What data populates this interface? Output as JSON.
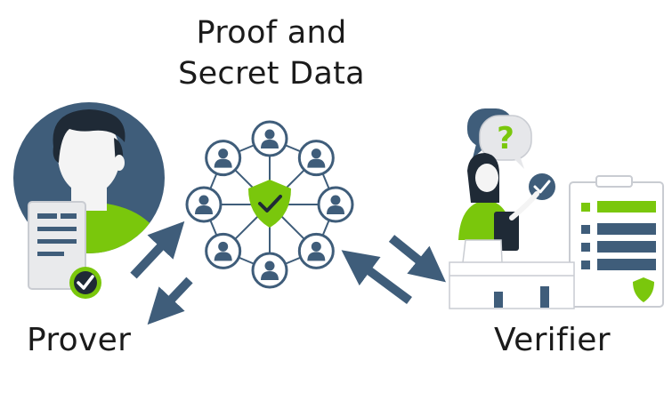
{
  "title": {
    "line1": "Proof and",
    "line2": "Secret Data"
  },
  "prover": {
    "label": "Prover"
  },
  "verifier": {
    "label": "Verifier",
    "bubble_symbol": "?"
  },
  "network": {
    "node_count": 8
  },
  "colors": {
    "accent": "#7ac70c",
    "slate": "#3f5d7a",
    "dark": "#1f2a36",
    "node_fill": "#ffffff",
    "node_stroke": "#3f5d7a"
  }
}
